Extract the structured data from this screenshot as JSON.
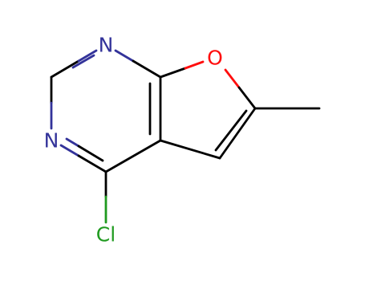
{
  "molecule": {
    "atoms": {
      "n_top": "N",
      "n_left": "N",
      "o_ring": "O",
      "cl": "Cl"
    },
    "colors": {
      "bond": "#000000",
      "nitrogen": "#33339a",
      "oxygen": "#ff0d0d",
      "chlorine": "#1f9a1f",
      "background": "#ffffff"
    }
  }
}
